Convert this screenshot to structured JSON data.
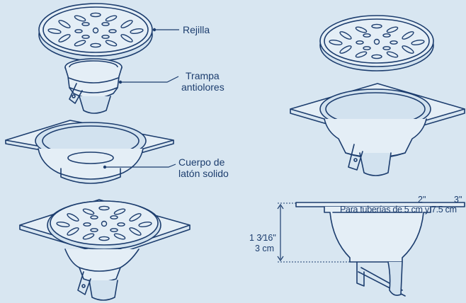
{
  "labels": {
    "grate": "Rejilla",
    "trap_line1": "Trampa",
    "trap_line2": "antiolores",
    "body_line1": "Cuerpo de",
    "body_line2": "latón solido"
  },
  "pipe_note": {
    "size_a": "2\"",
    "size_b": "3\"",
    "text": "Para tuberías de 5 cm y 7.5 cm"
  },
  "height_note": {
    "imperial": "1 3⁄16\"",
    "metric": "3 cm"
  }
}
